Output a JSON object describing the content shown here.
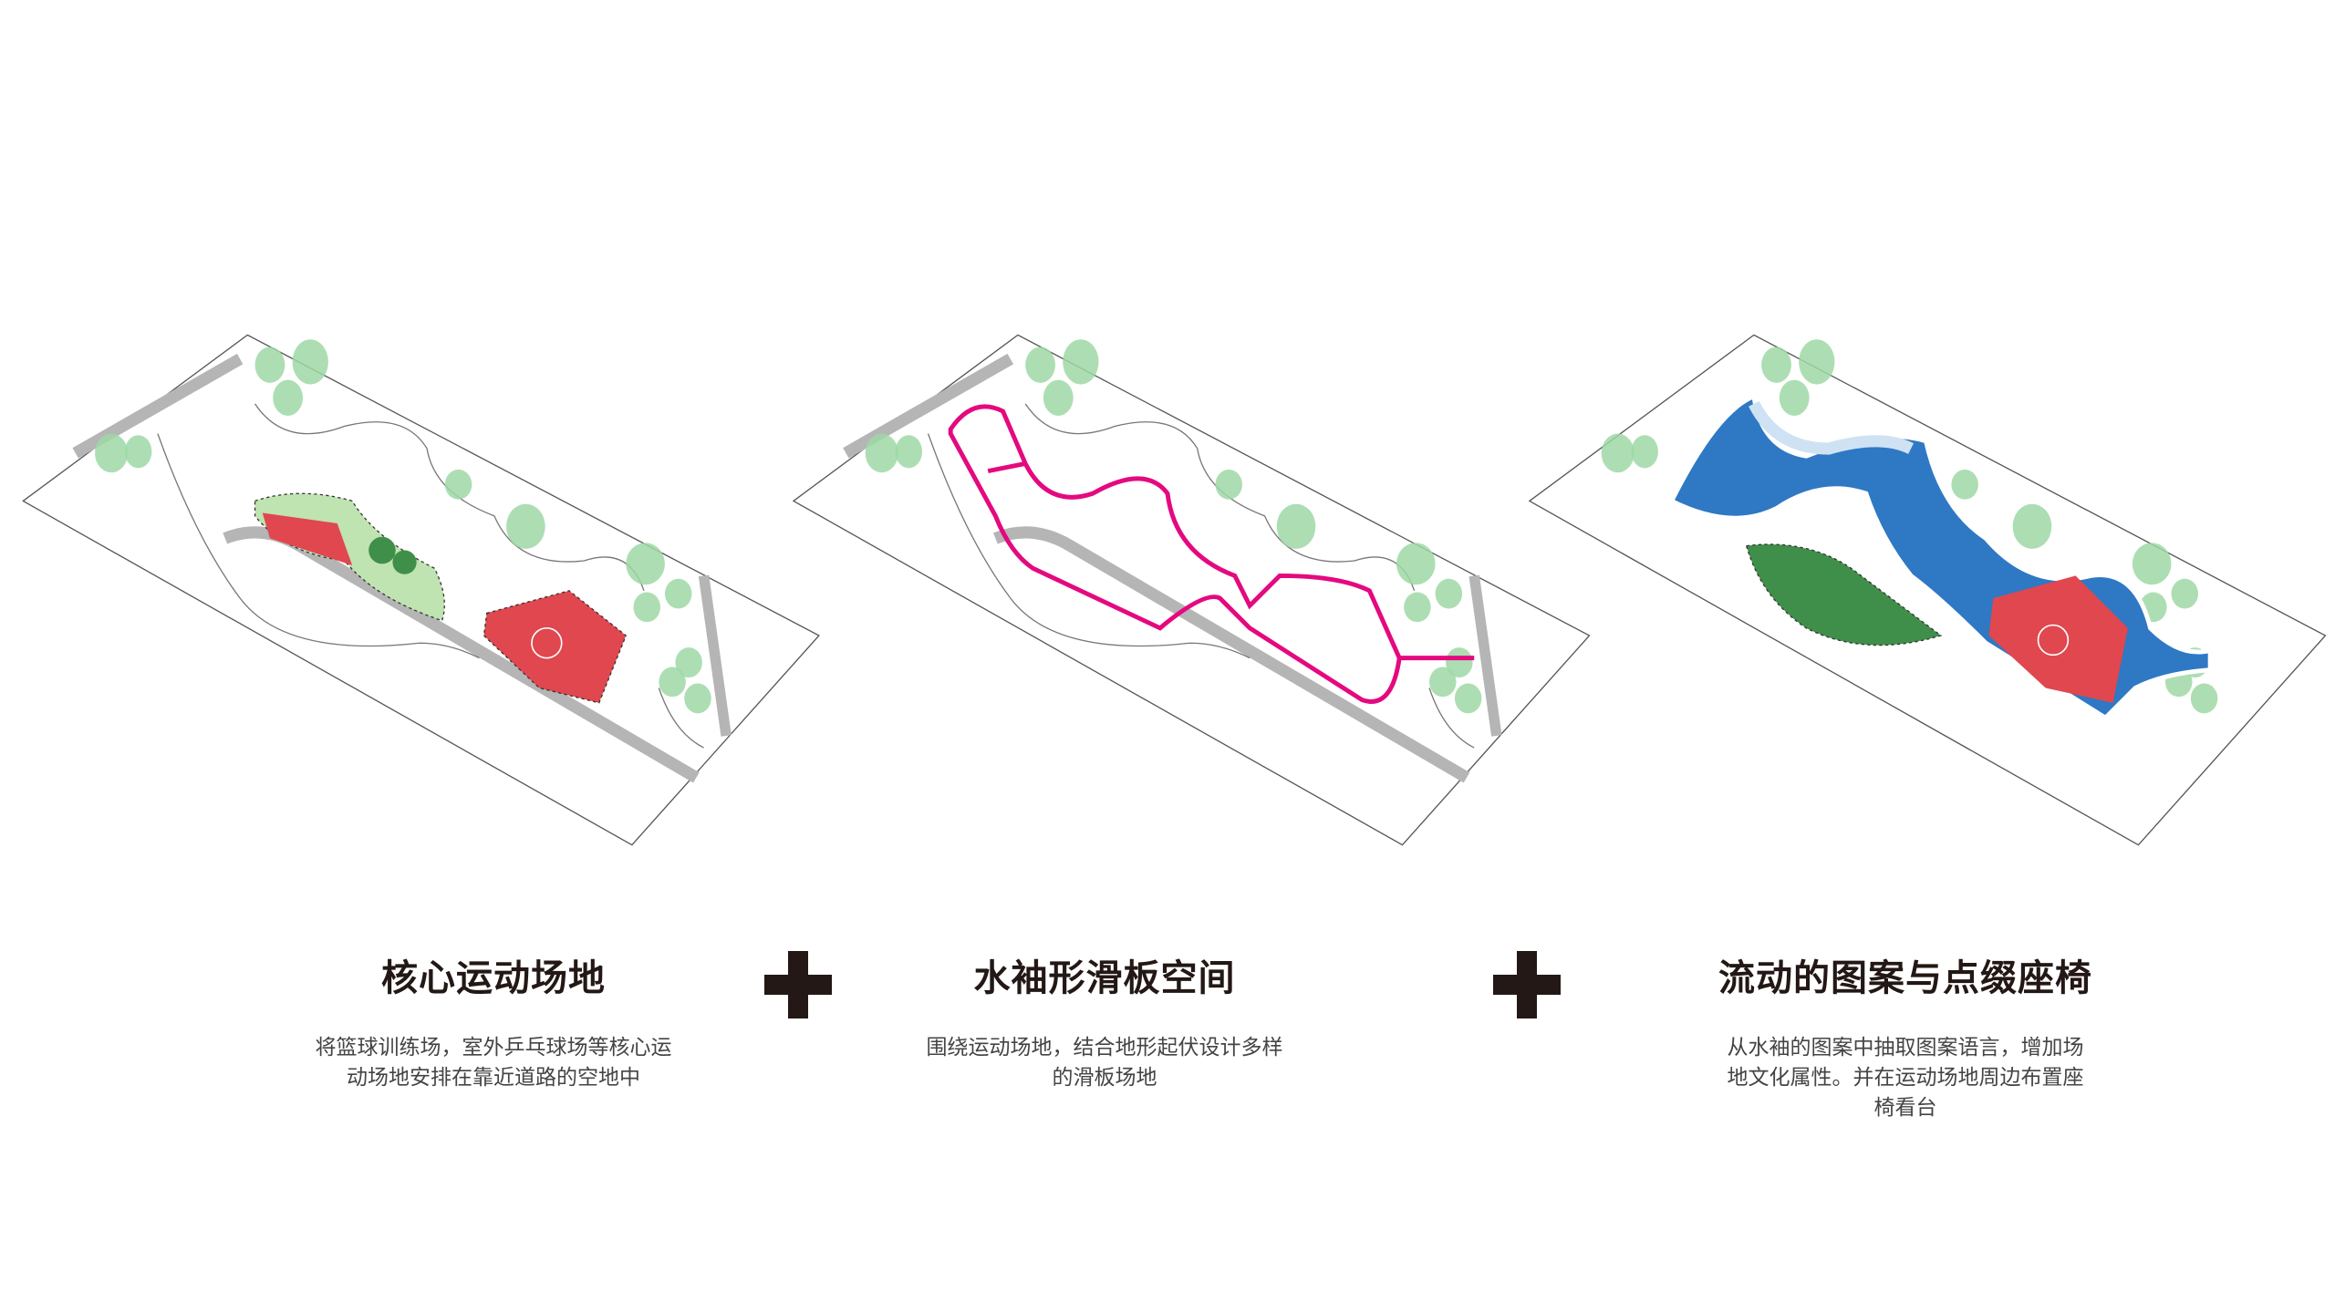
{
  "panels": [
    {
      "title": "核心运动场地",
      "desc_lines": [
        "将篮球训练场，室外乒乓球场等核心运",
        "动场地安排在靠近道路的空地中"
      ]
    },
    {
      "title": "水袖形滑板空间",
      "desc_lines": [
        "围绕运动场地，结合地形起伏设计多样",
        "的滑板场地"
      ]
    },
    {
      "title": "流动的图案与点缀座椅",
      "desc_lines": [
        "从水袖的图案中抽取图案语言，增加场",
        "地文化属性。并在运动场地周边布置座",
        "椅看台"
      ]
    }
  ],
  "operators": [
    "plus-icon",
    "plus-icon"
  ],
  "colors": {
    "text": "#231815",
    "tree": "#9fd8a6",
    "road": "#b5b5b5",
    "court": "#e0474f",
    "skate_loop": "#e4097f",
    "water": "#2f78c4"
  }
}
